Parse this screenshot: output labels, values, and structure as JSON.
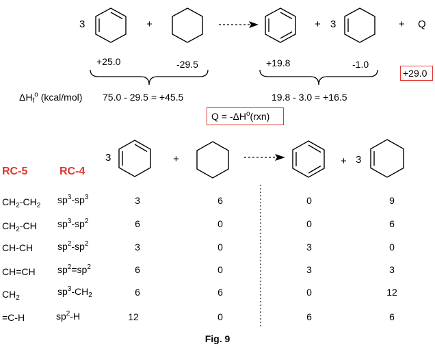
{
  "reaction1": {
    "coef_left": "3",
    "plus1": "+",
    "plus2": "+",
    "coef_right": "3",
    "plus3": "+",
    "q": "Q"
  },
  "enthalpies": {
    "cyclohexadiene": "+25.0",
    "cyclohexane": "-29.5",
    "benzene": "+19.8",
    "cyclohexene": "-1.0",
    "q_value": "+29.0"
  },
  "dhf": {
    "label_main": "ΔH",
    "label_sub": "f",
    "label_sup": "o",
    "label_unit": " (kcal/mol)",
    "left_sum": "75.0 - 29.5 = +45.5",
    "right_sum": "19.8 - 3.0 = +16.5"
  },
  "q_equation": {
    "text": "Q = -ΔH",
    "sup": "o",
    "tail": "(rxn)"
  },
  "reaction2": {
    "coef_left": "3",
    "plus1": "+",
    "plus2": "+",
    "coef_right": "3"
  },
  "headers": {
    "rc5": "RC-5",
    "rc4": "RC-4"
  },
  "rows": [
    {
      "rc5": "CH2-CH2",
      "rc4": "sp3-sp3",
      "v": [
        "3",
        "6",
        "0",
        "9"
      ]
    },
    {
      "rc5": "CH2-CH",
      "rc4": "sp3-sp2",
      "v": [
        "6",
        "0",
        "0",
        "6"
      ]
    },
    {
      "rc5": "CH-CH",
      "rc4": "sp2-sp2",
      "v": [
        "3",
        "0",
        "3",
        "0"
      ]
    },
    {
      "rc5": "CH=CH",
      "rc4": "sp2=sp2",
      "v": [
        "6",
        "0",
        "3",
        "3"
      ]
    },
    {
      "rc5": "CH2",
      "rc4": "sp3-CH2",
      "v": [
        "6",
        "6",
        "0",
        "12"
      ]
    },
    {
      "rc5": "=C-H",
      "rc4": "sp2-H",
      "v": [
        "12",
        "0",
        "6",
        "6"
      ]
    }
  ],
  "caption": "Fig. 9"
}
